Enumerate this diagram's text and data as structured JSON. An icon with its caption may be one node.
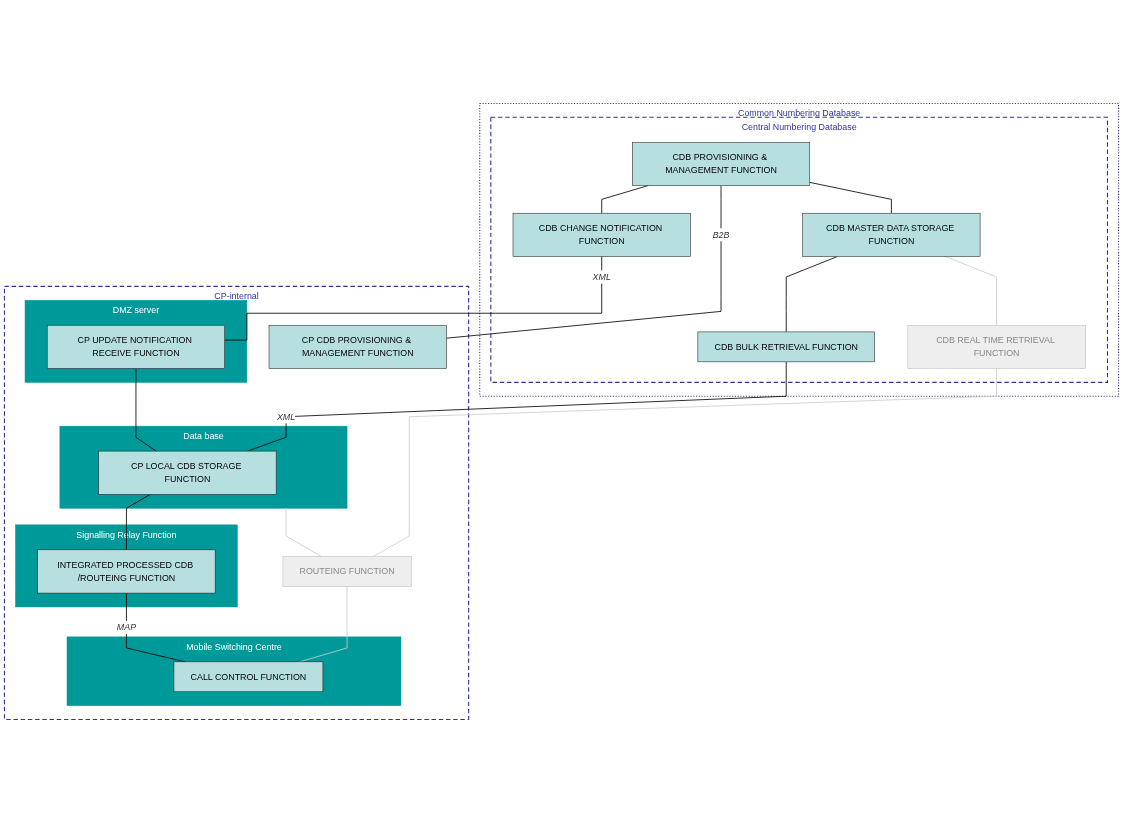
{
  "diagram": {
    "nodes": [
      {
        "text": [
          "Common Numbering Database"
        ]
      },
      {
        "text": [
          "Central Numbering Database"
        ],
        "in": 0
      },
      {
        "text": [
          "CDB MASTER DATA STORAGE FUNCTION"
        ],
        "in": 1
      },
      {
        "text": [
          "CDB REAL TIME RETRIEVAL FUNCTION"
        ],
        "in": 1
      },
      {
        "text": [
          "CDB PROVISIONING & MANAGEMENT FUNCTION"
        ],
        "in": 1
      },
      {
        "text": [
          "CDB CHANGE NOTIFICATION FUNCTION"
        ],
        "in": 1
      },
      {
        "text": [
          "CDB BULK RETRIEVAL FUNCTION"
        ],
        "in": 1
      },
      {
        "text": [
          "CP-internal"
        ]
      },
      {
        "text": [
          "DMZ server"
        ],
        "in": 7
      },
      {
        "text": [
          "CP UPDATE NOTIFICATION RECEIVE FUNCTION"
        ],
        "in": 8
      },
      {
        "text": [
          "Data base"
        ],
        "in": 7
      },
      {
        "text": [
          "CP LOCAL CDB STORAGE FUNCTION"
        ],
        "in": 10
      },
      {
        "text": [
          "CP CDB PROVISIONING & MANAGEMENT FUNCTION"
        ],
        "in": 7
      },
      {
        "text": [
          "Signalling Relay Function"
        ],
        "in": 7
      },
      {
        "text": [
          "INTEGRATED PROCESSED CDB /ROUTEING FUNCTION"
        ],
        "in": 13
      },
      {
        "text": [
          "ROUTEING FUNCTION"
        ],
        "in": 7
      },
      {
        "text": [
          "Mobile Switching Centre"
        ],
        "in": 7
      },
      {
        "text": [
          "CALL CONTROL FUNCTION"
        ],
        "in": 16
      }
    ],
    "edges": [
      {
        "from": 4,
        "to": 2,
        "arrow": "none"
      },
      {
        "from": 2,
        "to": 3,
        "arrow": "none",
        "color": "#cccccc"
      },
      {
        "from": 4,
        "to": 5,
        "arrow": "none"
      },
      {
        "from": 2,
        "to": 6,
        "arrow": "none"
      },
      {
        "from": 4,
        "to": 12,
        "arrow": "none",
        "label": "B2B"
      },
      {
        "from": 5,
        "to": 9,
        "arrow": "none",
        "label": "XML"
      },
      {
        "from": 6,
        "to": 11,
        "arrow": "none",
        "label": "XML"
      },
      {
        "from": 9,
        "to": 11,
        "arrow": "none"
      },
      {
        "from": 3,
        "to": 15,
        "arrow": "none",
        "color": "#cccccc"
      },
      {
        "from": 10,
        "to": 15,
        "arrow": "none",
        "color": "#cccccc"
      },
      {
        "from": 11,
        "to": 14,
        "arrow": "none"
      },
      {
        "from": 15,
        "to": 17,
        "arrow": "none",
        "color": "#cccccc"
      },
      {
        "from": 14,
        "to": 17,
        "arrow": "none",
        "label": "MAP"
      }
    ]
  }
}
